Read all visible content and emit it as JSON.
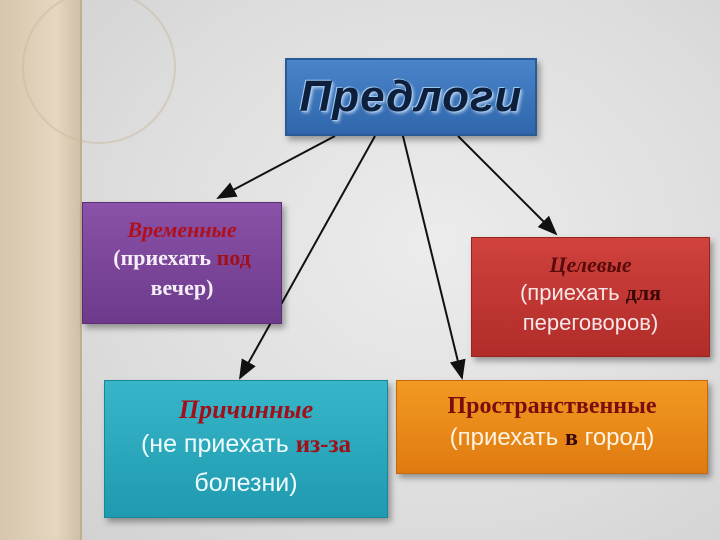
{
  "title": "Предлоги",
  "boxes": {
    "temporal": {
      "heading": "Временные",
      "line1_pre": "(приехать ",
      "line1_emph": "под",
      "line2": "вечер)"
    },
    "goal": {
      "heading": "Целевые",
      "line1_pre": "(приехать ",
      "line1_emph": "для",
      "line2": "переговоров)"
    },
    "cause": {
      "heading": "Причинные",
      "line1_pre": "(не приехать ",
      "line1_emph": "из-за",
      "line2": "болезни)"
    },
    "spatial": {
      "heading": "Пространственные",
      "line1_pre": "(приехать ",
      "line1_emph": "в",
      "line1_post": " город)"
    }
  },
  "colors": {
    "title_box": "#3a72b8",
    "temporal_box": "#7a44a0",
    "goal_box": "#c03634",
    "cause_box": "#2aa8bd",
    "spatial_box": "#ea8a18"
  }
}
